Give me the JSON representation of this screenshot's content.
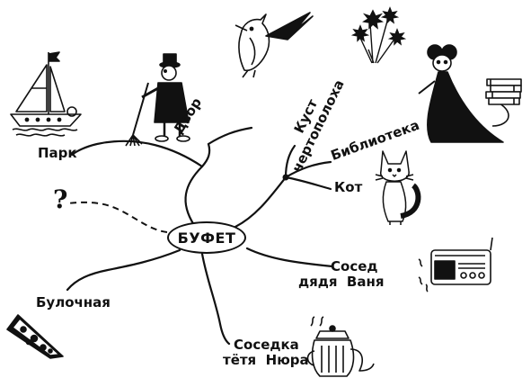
{
  "center": {
    "label": "БУФЕТ"
  },
  "question": "?",
  "branches": {
    "park": "Парк",
    "yard": "Двор",
    "bush_line1": "Куст",
    "bush_line2": "чертополоха",
    "library": "Библиотека",
    "cat": "Кот",
    "neighbor_line1": "Сосед",
    "neighbor_line2": "дядя  Ваня",
    "bakery": "Булочная",
    "neighbor_f_line1": "Соседка",
    "neighbor_f_line2": "тётя  Нюра"
  },
  "icons": [
    "sailboat-icon",
    "janitor-icon",
    "bird-icon",
    "thistle-icon",
    "mouse-with-books-icon",
    "cat-icon",
    "radio-icon",
    "pizza-icon",
    "teapot-icon"
  ],
  "colors": {
    "ink": "#111111",
    "background": "#ffffff"
  }
}
